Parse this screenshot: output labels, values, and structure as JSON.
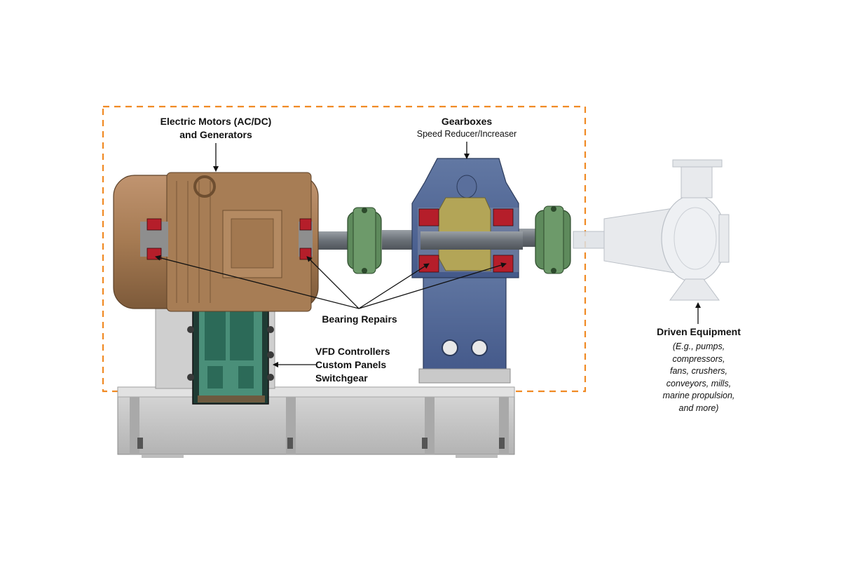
{
  "labels": {
    "motors_line1": "Electric Motors (AC/DC)",
    "motors_line2": "and Generators",
    "gearboxes_title": "Gearboxes",
    "gearboxes_sub": "Speed Reducer/Increaser",
    "bearing_repairs": "Bearing Repairs",
    "vfd_line1": "VFD Controllers",
    "vfd_line2": "Custom Panels",
    "vfd_line3": "Switchgear",
    "driven_title": "Driven Equipment",
    "driven_details": [
      "(E.g., pumps,",
      "compressors,",
      "fans, crushers,",
      "conveyors, mills,",
      "marine propulsion,",
      "and more)"
    ]
  },
  "colors": {
    "dashed_border": "#f08a24",
    "motor": "#a57a52",
    "gearbox": "#4f6591",
    "coupling": "#5e8a5c",
    "bearing": "#b51e2a",
    "gear_insert": "#b3a557",
    "base_frame": "#c8c8c8",
    "panel": "#2f6f5e",
    "pump": "#d4d8de"
  }
}
